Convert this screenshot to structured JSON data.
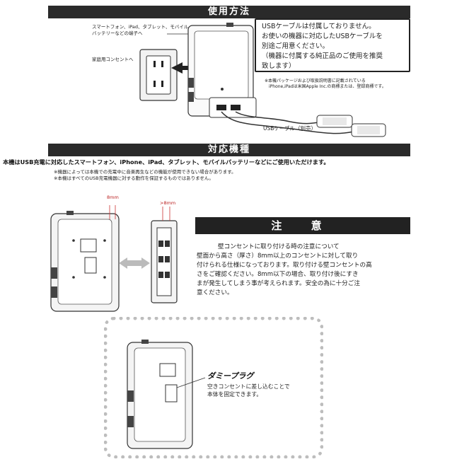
{
  "usage": {
    "title": "使用方法",
    "phone_label_lines": [
      "スマートフォン、iPad、タブレット、モバイル",
      "バッテリーなどの端子へ"
    ],
    "outlet_label": "家庭用コンセントへ",
    "bubble_lines": [
      "USBケーブルは付属しておりません。",
      "お使いの機器に対応したUSBケーブルを",
      "別途ご用意ください。",
      "（機器に付属する純正品のご使用を推奨",
      "致します）"
    ],
    "trademark_lines": [
      "※本機パッケージおよび取扱説明書に記載されている",
      "iPhone,iPadは米国Apple Inc.の商標または、登録商標です。"
    ],
    "cable_label": "USBケーブル（別売）"
  },
  "compat": {
    "title": "対応機種",
    "main_line": "本機はUSB充電に対応したスマートフォン、iPhone、iPad、タブレット、モバイルバッテリーなどにご使用いただけます。",
    "notes": [
      "※機器によっては本機での充電中に音楽再生などの機能が使用できない場合があります。",
      "※本機はすべてのUSB充電機器に対する動作を保証するものではありません。"
    ]
  },
  "caution": {
    "dim_label_1": "8mm",
    "dim_label_2": ">8mm",
    "title": "注 意",
    "body_lines": [
      "壁コンセントに取り付ける時の注意について",
      "壁面から高さ（厚さ）8mm以上のコンセントに対して取り",
      "付けられる仕様になっております。取り付ける壁コンセントの高",
      "さをご確認ください。8mm以下の場合、取り付け後にすき",
      "まが発生してしまう事が考えられます。安全の為に十分ご注",
      "意ください。"
    ]
  },
  "dummy": {
    "title": "ダミープラグ",
    "desc_lines": [
      "空きコンセントに差し込むことで",
      "本体を固定できます。"
    ]
  }
}
